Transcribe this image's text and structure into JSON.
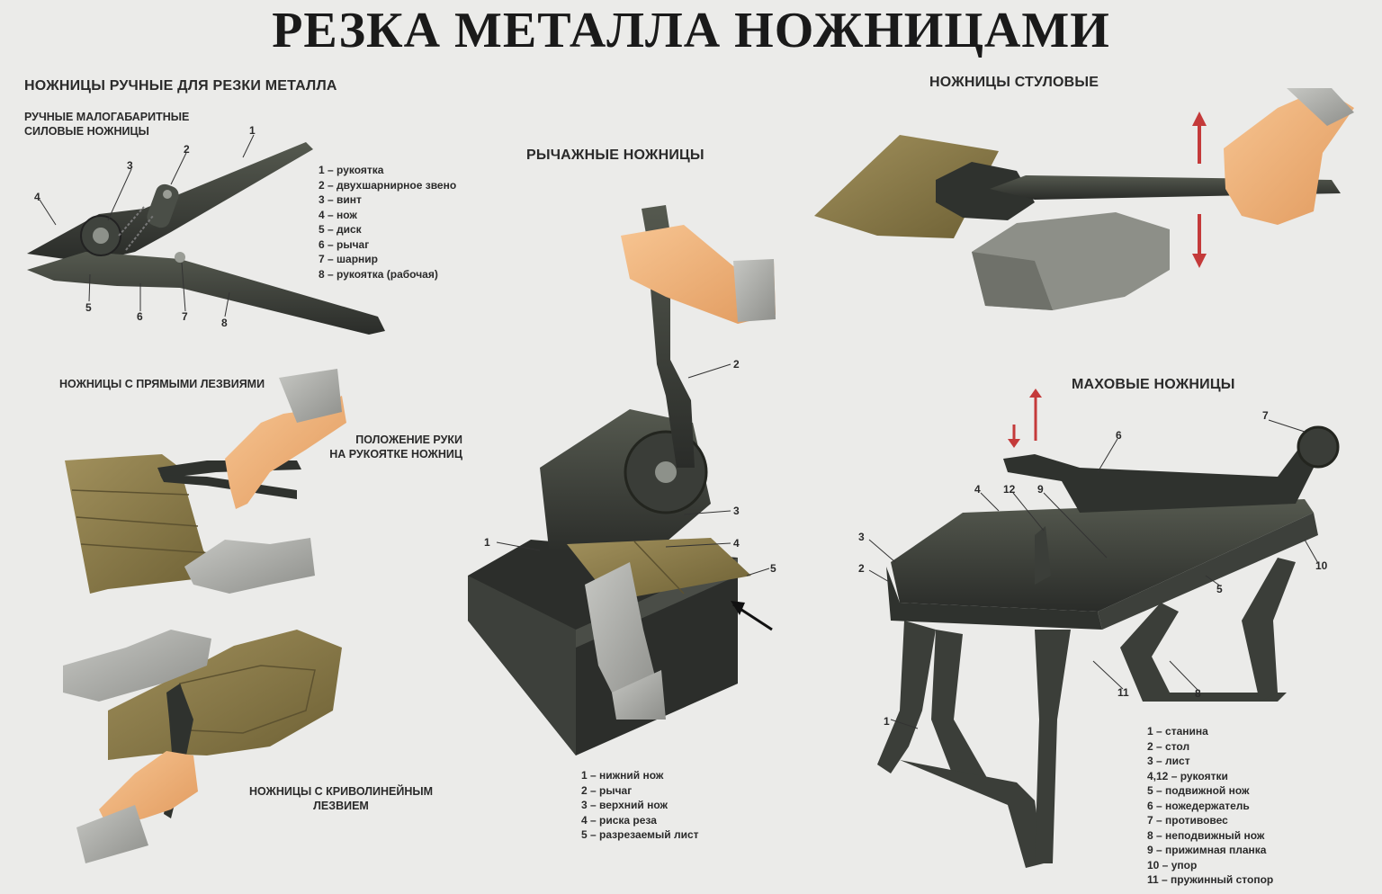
{
  "title": "РЕЗКА МЕТАЛЛА НОЖНИЦАМИ",
  "manual": {
    "heading": "НОЖНИЦЫ РУЧНЫЕ ДЛЯ РЕЗКИ МЕТАЛЛА",
    "subheading_line1": "РУЧНЫЕ МАЛОГАБАРИТНЫЕ",
    "subheading_line2": "СИЛОВЫЕ НОЖНИЦЫ",
    "legend": [
      "1 – рукоятка",
      "2 – двухшарнирное звено",
      "3 – винт",
      "4 – нож",
      "5 – диск",
      "6 – рычаг",
      "7 – шарнир",
      "8 – рукоятка (рабочая)"
    ],
    "straight_label": "НОЖНИЦЫ С ПРЯМЫМИ ЛЕЗВИЯМИ",
    "hand_position_line1": "ПОЛОЖЕНИЕ РУКИ",
    "hand_position_line2": "НА РУКОЯТКЕ НОЖНИЦ",
    "curved_line1": "НОЖНИЦЫ С КРИВОЛИНЕЙНЫМ",
    "curved_line2": "ЛЕЗВИЕМ"
  },
  "lever": {
    "heading": "РЫЧАЖНЫЕ НОЖНИЦЫ",
    "legend": [
      "1 – нижний нож",
      "2 – рычаг",
      "3 – верхний нож",
      "4 – риска реза",
      "5 – разрезаемый лист"
    ]
  },
  "chair": {
    "heading": "НОЖНИЦЫ СТУЛОВЫЕ"
  },
  "swing": {
    "heading": "МАХОВЫЕ НОЖНИЦЫ",
    "legend": [
      "1 – станина",
      "2 – стол",
      "3 – лист",
      "4,12 – рукоятки",
      "5 – подвижной нож",
      "6 – ножедержатель",
      "7 – противовес",
      "8 – неподвижный нож",
      "9 – прижимная планка",
      "10 – упор",
      "11 – пружинный стопор"
    ]
  },
  "callouts": {
    "manual": [
      "1",
      "2",
      "3",
      "4",
      "5",
      "6",
      "7",
      "8"
    ],
    "lever": [
      "1",
      "2",
      "3",
      "4",
      "5"
    ],
    "swing": [
      "1",
      "2",
      "3",
      "4",
      "5",
      "6",
      "7",
      "8",
      "9",
      "10",
      "11",
      "12"
    ]
  },
  "colors": {
    "background": "#ebebe9",
    "metal": "#3a3d3a",
    "sheet": "#8a7a4a",
    "skin": "#f2b27a",
    "glove": "#a9aaa6",
    "arrow": "#c43a3a"
  }
}
